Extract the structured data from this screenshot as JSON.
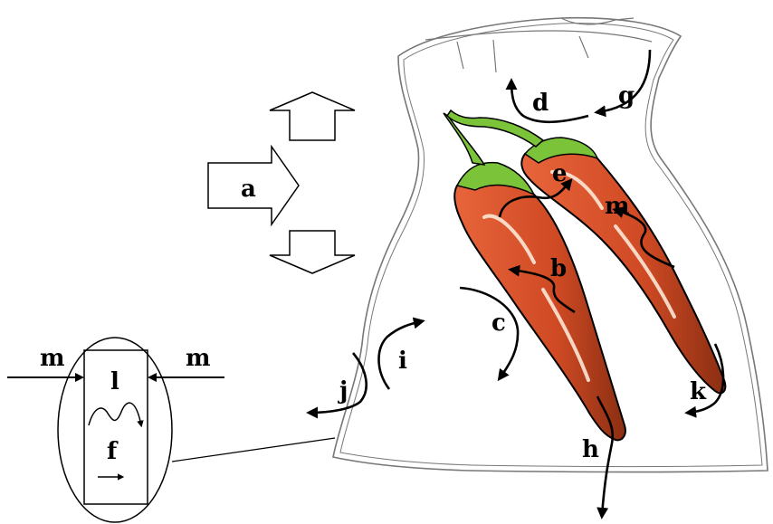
{
  "labels": {
    "a": "a",
    "b": "b",
    "c": "c",
    "d": "d",
    "e": "e",
    "f": "f",
    "g": "g",
    "h": "h",
    "i": "i",
    "j": "j",
    "k": "k",
    "l": "l",
    "m_left": "m",
    "m_right": "m",
    "m_pepper": "m"
  },
  "colors": {
    "pepper_red": "#d6532c",
    "pepper_dark": "#8a2e12",
    "pepper_highlight": "#f7c9a6",
    "stem_green": "#7bc43a",
    "outline": "#000000",
    "bag_outline": "#707070"
  }
}
